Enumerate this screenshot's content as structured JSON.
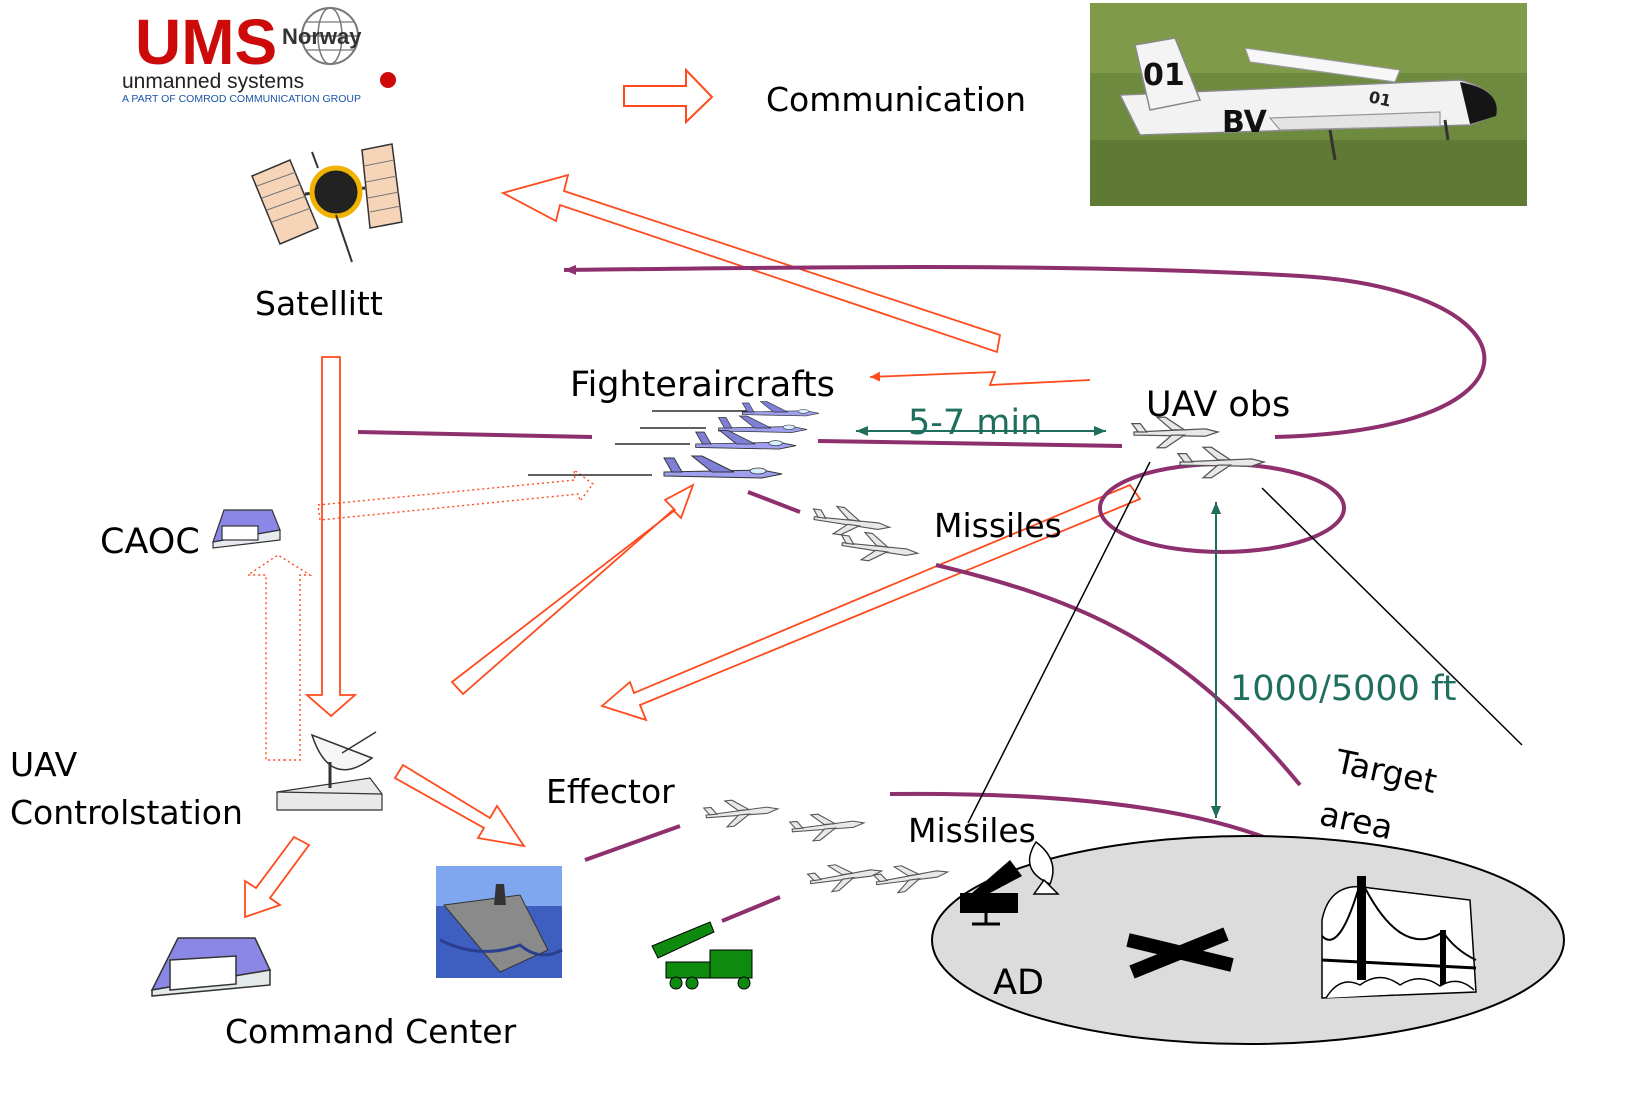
{
  "logo": {
    "brand": "UMS",
    "country": "Norway",
    "tagline": "unmanned systems",
    "group": "A PART OF COMROD COMMUNICATION GROUP"
  },
  "legend": {
    "communication": "Communication"
  },
  "photo": {
    "tail_number": "01",
    "fuselage_code": "BV",
    "wing_code": "01"
  },
  "labels": {
    "satellite": "Satellitt",
    "fighters": "Fighteraircrafts",
    "uav_obs": "UAV obs",
    "time": "5-7 min",
    "missiles_air": "Missiles",
    "caoc": "CAOC",
    "altitude": "1000/5000 ft",
    "uav_control_line1": "UAV",
    "uav_control_line2": "Controlstation",
    "effector": "Effector",
    "missiles_ground": "Missiles",
    "target_line1": "Target",
    "target_line2": "area",
    "ad": "AD",
    "command_center": "Command Center"
  },
  "colors": {
    "comm_arrow": "#ff4a1c",
    "data_link": "#8e2f6e",
    "measure": "#1f6e5e",
    "logo_red": "#cc0a0a",
    "building_roof": "#8a87e6",
    "fighter": "#9f9ff0",
    "ground_area": "#dcdcdc",
    "launcher": "#0e8a0e",
    "ship_sea": "#3e5fbf"
  }
}
